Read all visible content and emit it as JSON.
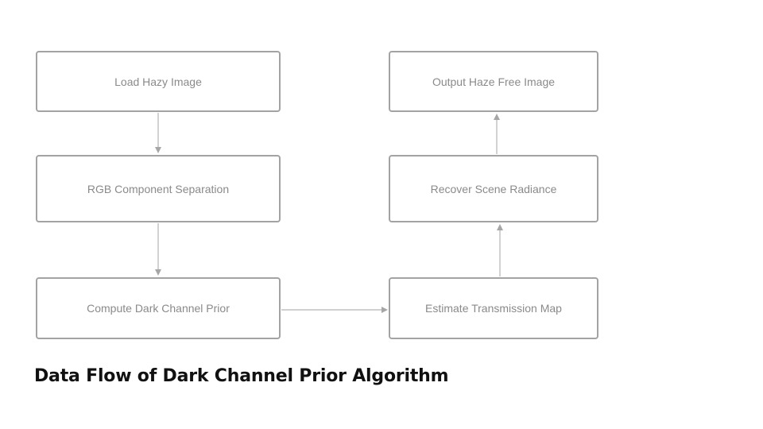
{
  "diagram": {
    "nodes": [
      {
        "id": "load",
        "label": "Load Hazy Image"
      },
      {
        "id": "rgb",
        "label": "RGB Component Separation"
      },
      {
        "id": "dark",
        "label": "Compute Dark Channel Prior"
      },
      {
        "id": "estimate",
        "label": "Estimate Transmission Map"
      },
      {
        "id": "recover",
        "label": "Recover Scene Radiance"
      },
      {
        "id": "output",
        "label": "Output Haze Free Image"
      }
    ],
    "edges": [
      {
        "from": "load",
        "to": "rgb"
      },
      {
        "from": "rgb",
        "to": "dark"
      },
      {
        "from": "dark",
        "to": "estimate"
      },
      {
        "from": "estimate",
        "to": "recover"
      },
      {
        "from": "recover",
        "to": "output"
      }
    ],
    "colors": {
      "node_border": "#a3a3a3",
      "node_text": "#8a8a8a",
      "edge": "#b3b3b3",
      "caption": "#111111"
    }
  },
  "caption": "Data Flow of Dark Channel Prior Algorithm"
}
